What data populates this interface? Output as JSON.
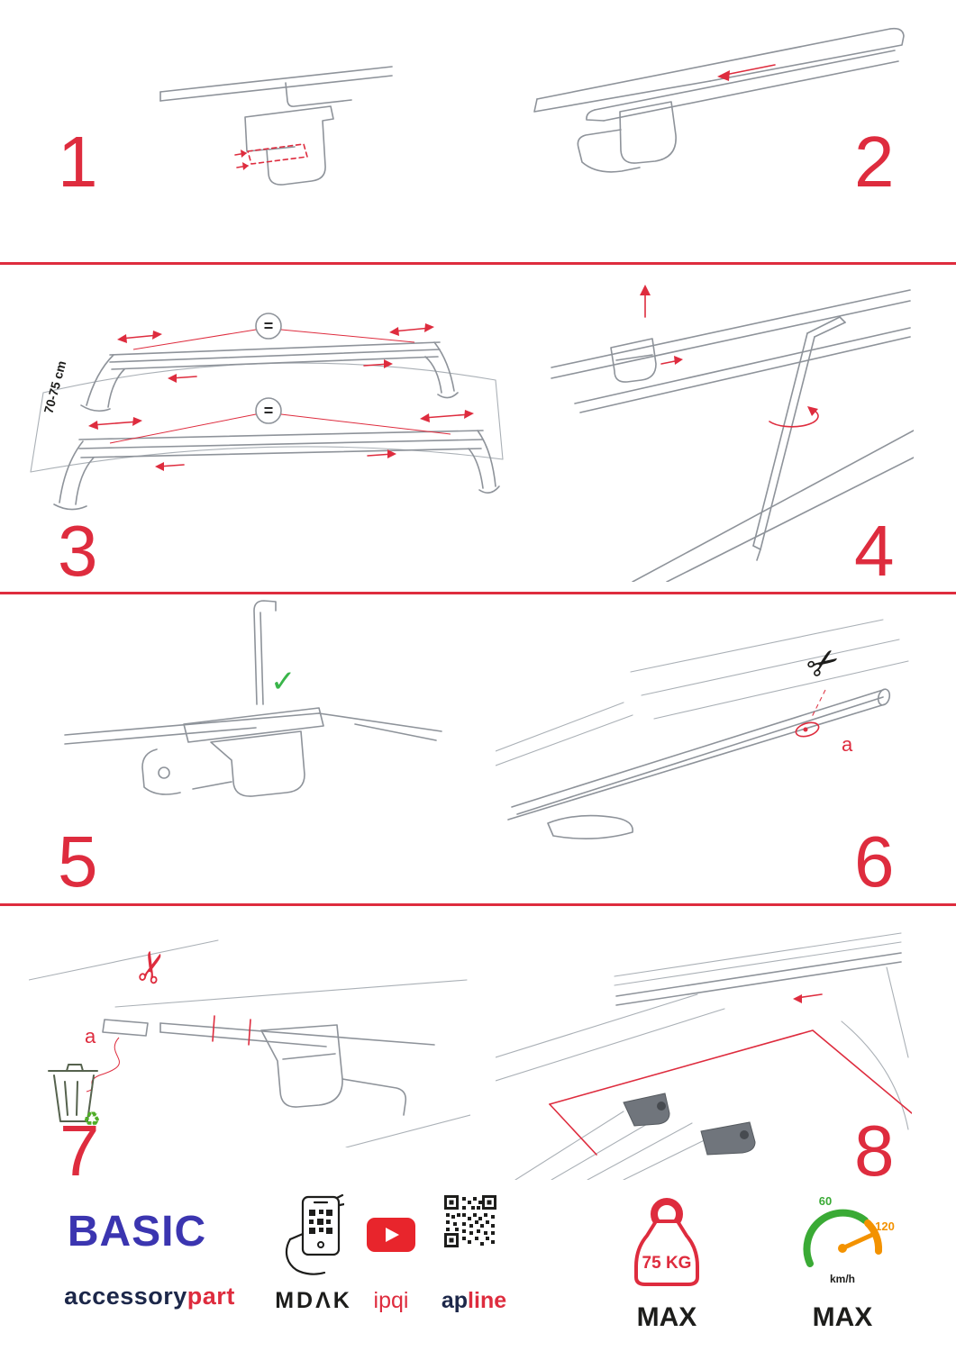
{
  "accent": {
    "red": "#de2c3e",
    "green": "#39b54a",
    "orange": "#f39200",
    "brand_blue": "#3b35b0",
    "brand_navy": "#1c2749"
  },
  "steps": [
    {
      "number": "1"
    },
    {
      "number": "2"
    },
    {
      "number": "3",
      "dimension": "70-75 cm",
      "equals": "="
    },
    {
      "number": "4"
    },
    {
      "number": "5"
    },
    {
      "number": "6",
      "label_a": "a"
    },
    {
      "number": "7",
      "label_a": "a"
    },
    {
      "number": "8"
    }
  ],
  "icons": {
    "scissors": "✂",
    "check": "✓",
    "recycle": "♻"
  },
  "footer": {
    "brand": "BASIC",
    "brand_sub_left": "accessory",
    "brand_sub_right": "part",
    "mdak": "MDΛK",
    "ipqi": "ipqi",
    "apline_left": "ap",
    "apline_right": "line",
    "weight_value": "75 KG",
    "weight_max": "MAX",
    "speed_low": "60",
    "speed_high": "120",
    "speed_unit": "km/h",
    "speed_max": "MAX"
  }
}
